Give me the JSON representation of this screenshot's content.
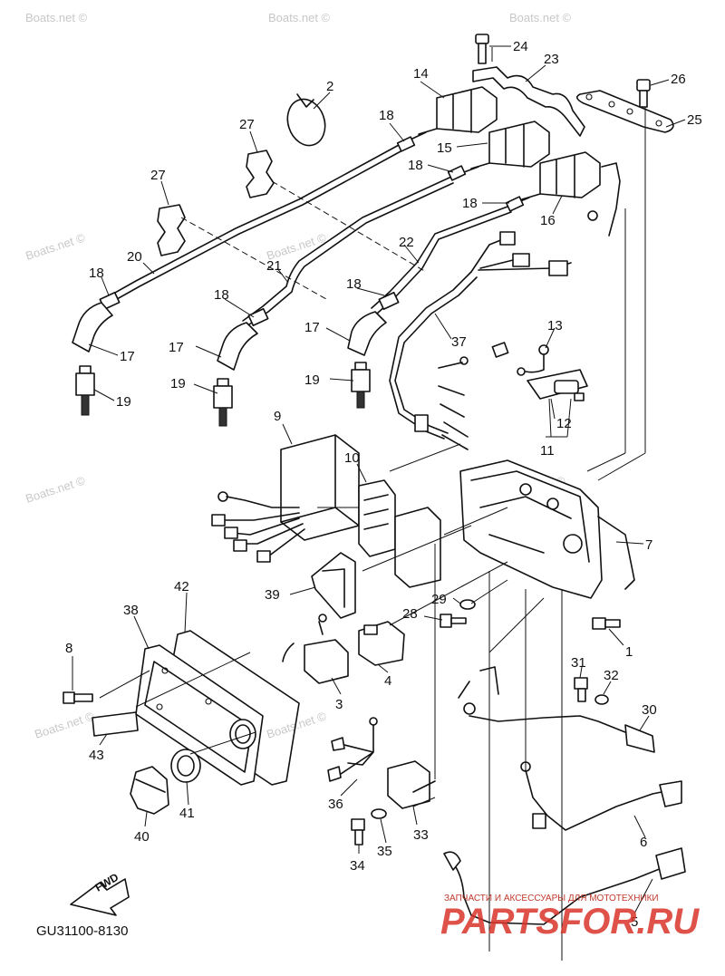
{
  "watermarks": [
    "Boats.net ©",
    "Boats.net ©",
    "Boats.net ©",
    "Boats.net ©",
    "Boats.net ©",
    "Boats.net ©",
    "Boats.net ©",
    "Boats.net ©",
    "Boats.net ©"
  ],
  "callouts": [
    {
      "id": "c24",
      "label": "24"
    },
    {
      "id": "c23",
      "label": "23"
    },
    {
      "id": "c26",
      "label": "26"
    },
    {
      "id": "c25",
      "label": "25"
    },
    {
      "id": "c2",
      "label": "2"
    },
    {
      "id": "c14",
      "label": "14"
    },
    {
      "id": "c18a",
      "label": "18"
    },
    {
      "id": "c27a",
      "label": "27"
    },
    {
      "id": "c15",
      "label": "15"
    },
    {
      "id": "c18b",
      "label": "18"
    },
    {
      "id": "c27b",
      "label": "27"
    },
    {
      "id": "c18c",
      "label": "18"
    },
    {
      "id": "c16",
      "label": "16"
    },
    {
      "id": "c22",
      "label": "22"
    },
    {
      "id": "c21",
      "label": "21"
    },
    {
      "id": "c20",
      "label": "20"
    },
    {
      "id": "c18d",
      "label": "18"
    },
    {
      "id": "c18e",
      "label": "18"
    },
    {
      "id": "c18f",
      "label": "18"
    },
    {
      "id": "c17a",
      "label": "17"
    },
    {
      "id": "c17b",
      "label": "17"
    },
    {
      "id": "c17c",
      "label": "17"
    },
    {
      "id": "c37",
      "label": "37"
    },
    {
      "id": "c13",
      "label": "13"
    },
    {
      "id": "c19a",
      "label": "19"
    },
    {
      "id": "c19b",
      "label": "19"
    },
    {
      "id": "c19c",
      "label": "19"
    },
    {
      "id": "c12",
      "label": "12"
    },
    {
      "id": "c11",
      "label": "11"
    },
    {
      "id": "c9",
      "label": "9"
    },
    {
      "id": "c10",
      "label": "10"
    },
    {
      "id": "c7",
      "label": "7"
    },
    {
      "id": "c39",
      "label": "39"
    },
    {
      "id": "c29",
      "label": "29"
    },
    {
      "id": "c42",
      "label": "42"
    },
    {
      "id": "c38",
      "label": "38"
    },
    {
      "id": "c28",
      "label": "28"
    },
    {
      "id": "c1",
      "label": "1"
    },
    {
      "id": "c8",
      "label": "8"
    },
    {
      "id": "c4",
      "label": "4"
    },
    {
      "id": "c31",
      "label": "31"
    },
    {
      "id": "c32",
      "label": "32"
    },
    {
      "id": "c3",
      "label": "3"
    },
    {
      "id": "c30",
      "label": "30"
    },
    {
      "id": "c43",
      "label": "43"
    },
    {
      "id": "c41",
      "label": "41"
    },
    {
      "id": "c36",
      "label": "36"
    },
    {
      "id": "c40",
      "label": "40"
    },
    {
      "id": "c33",
      "label": "33"
    },
    {
      "id": "c6",
      "label": "6"
    },
    {
      "id": "c34",
      "label": "34"
    },
    {
      "id": "c35",
      "label": "35"
    },
    {
      "id": "c5",
      "label": "5"
    }
  ],
  "fwd_label": "FWD",
  "diagram_code": "GU31100-8130",
  "brand_tagline": "ЗАПЧАСТИ И АКСЕССУАРЫ ДЛЯ МОТОТЕХНИКИ",
  "brand_logo": "PARTSFOR.RU"
}
